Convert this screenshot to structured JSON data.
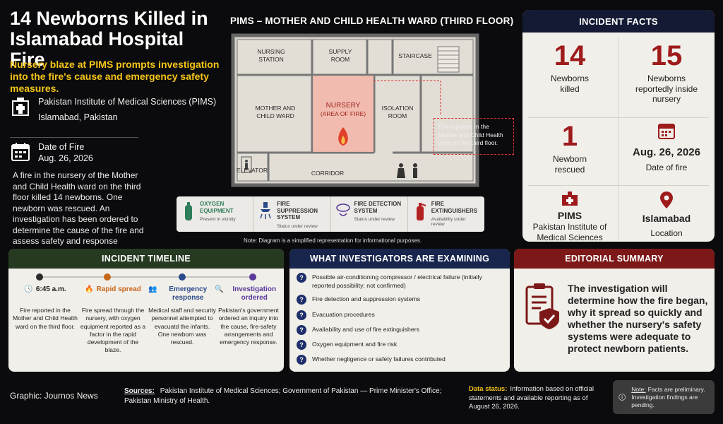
{
  "header": {
    "title": "14 Newborns Killed in Islamabad Hospital Fire",
    "subtitle": "Nursery blaze at PIMS prompts investigation into the fire's cause and emergency safety measures."
  },
  "location": {
    "name": "Pakistan Institute of Medical Sciences (PIMS)",
    "city": "Islamabad, Pakistan"
  },
  "date_block": {
    "label": "Date of Fire",
    "value": "Aug. 26, 2026"
  },
  "lead": "A fire in the nursery of the Mother and Child Health ward on the third floor killed 14 newborns. One newborn was rescued. An investigation has been ordered to determine the cause of the fire and assess safety and response arrangements.",
  "floor_plan": {
    "title": "PIMS – MOTHER AND CHILD HEALTH WARD (THIRD FLOOR)",
    "rooms": {
      "nursing_station": [
        "NURSING",
        "STATION"
      ],
      "supply_room": [
        "SUPPLY",
        "ROOM"
      ],
      "staircase": "STAIRCASE",
      "mother_child_ward": [
        "MOTHER AND",
        "CHILD WARD"
      ],
      "nursery": [
        "NURSERY",
        "(AREA OF FIRE)"
      ],
      "isolation_room": [
        "ISOLATION",
        "ROOM"
      ],
      "elevator": "ELEVATOR",
      "corridor": "CORRIDOR"
    },
    "callout": "Fire reported in the Mother and Child Health ward on the third floor.",
    "note": "Note: Diagram is a simplified representation for informational purposes.",
    "legend": [
      {
        "title": "OXYGEN EQUIPMENT",
        "sub": "Present in vicinity",
        "color": "#2e7d5b",
        "icon": "oxygen-cylinder-icon"
      },
      {
        "title": "FIRE SUPPRESSION SYSTEM",
        "sub": "Status under review",
        "color": "#2b4a8a",
        "icon": "sprinkler-icon"
      },
      {
        "title": "FIRE DETECTION SYSTEM",
        "sub": "Status under review",
        "color": "#5a3a9a",
        "icon": "smoke-detector-icon"
      },
      {
        "title": "FIRE EXTINGUISHERS",
        "sub": "Availability under review",
        "color": "#b22222",
        "icon": "fire-extinguisher-icon"
      }
    ]
  },
  "facts": {
    "title": "INCIDENT FACTS",
    "killed_num": "14",
    "killed_label": "Newborns killed",
    "inside_num": "15",
    "inside_label": "Newborns reportedly inside nursery",
    "rescued_num": "1",
    "rescued_label": "Newborn rescued",
    "date_value": "Aug. 26, 2026",
    "date_label": "Date of fire",
    "pims_value": "PIMS",
    "pims_label": "Pakistan Institute of Medical Sciences",
    "city_value": "Islamabad",
    "city_label": "Location"
  },
  "timeline": {
    "title": "INCIDENT TIMELINE",
    "items": [
      {
        "head": "6:45 a.m.",
        "body": "Fire reported in the Mother and Child Health ward on the third floor.",
        "color": "#2b2b2b",
        "icon": "clock-icon"
      },
      {
        "head": "Rapid spread",
        "body": "Fire spread through the nursery, with oxygen equipment reported as a factor in the rapid development of the blaze.",
        "color": "#c8661a",
        "icon": "flame-icon"
      },
      {
        "head": "Emergency response",
        "body": "Medical staff and security personnel attempted to evacuatd the infants. One newborn was rescued.",
        "color": "#2b4a8a",
        "icon": "responders-icon"
      },
      {
        "head": "Investigation ordered",
        "body": "Pakistan's government ordered an inquiry into the cause, fire-safety arrangements and emergency response.",
        "color": "#5a3a9a",
        "icon": "magnifier-icon"
      }
    ]
  },
  "investigation": {
    "title": "WHAT INVESTIGATORS ARE EXAMINING",
    "items": [
      "Possible air-conditioning compressor / electrical failure (initially reported possibility; not confirmed)",
      "Fire detection and suppression systems",
      "Evacuation procedures",
      "Availability and use of fire extinguishers",
      "Oxygen equipment and fire risk",
      "Whether negligence or safety failures contributed"
    ]
  },
  "editorial": {
    "title": "EDITORIAL SUMMARY",
    "text": "The investigation will determine how the fire began, why it spread so quickly and whether the nursery's safety systems were adequate to protect newborn patients."
  },
  "footer": {
    "credit": "Graphic: Journos News",
    "sources_label": "Sources:",
    "sources": "Pakistan Institute of Medical Sciences; Government of Pakistan — Prime Minister's Office; Pakistan Ministry of Health.",
    "status_label": "Data status:",
    "status": "Information based on official statements and available reporting as of August 26, 2026.",
    "note_label": "Note:",
    "note": "Facts are preliminary. Investigation findings are pending."
  }
}
